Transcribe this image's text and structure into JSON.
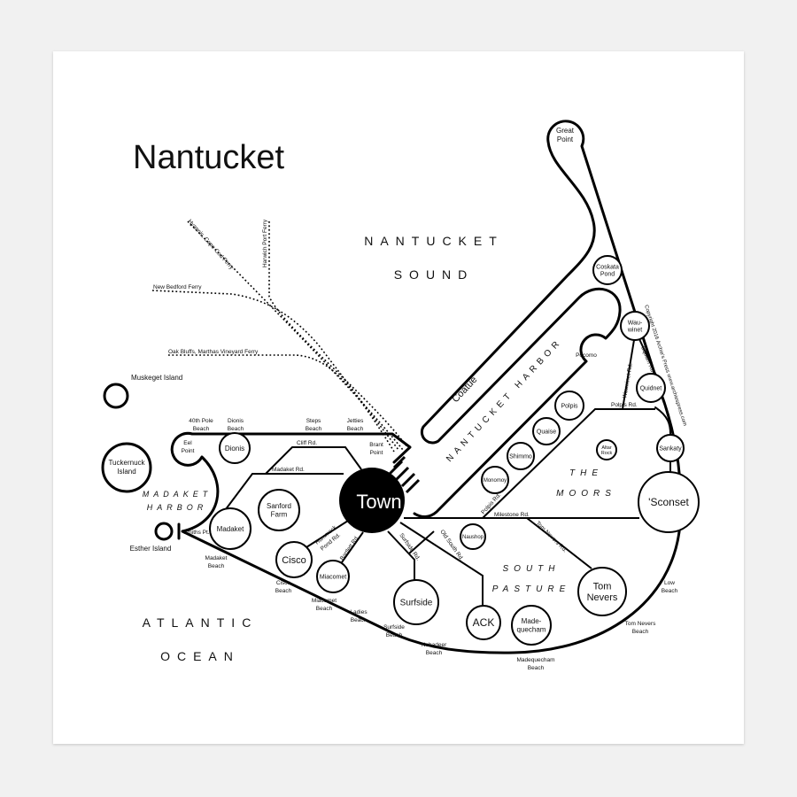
{
  "title": "Nantucket",
  "water": {
    "sound": [
      "NANTUCKET",
      "SOUND"
    ],
    "harbor": "NANTUCKET HARBOR",
    "madaket_harbor": [
      "MADAKET",
      "HARBOR"
    ],
    "atlantic": [
      "ATLANTIC",
      "OCEAN"
    ]
  },
  "regions": {
    "moors": [
      "THE",
      "MOORS"
    ],
    "south_pasture": [
      "SOUTH",
      "PASTURE"
    ],
    "coatue": "Coatue"
  },
  "places": {
    "town": "Town",
    "great_point": [
      "Great",
      "Point"
    ],
    "coskata": [
      "Coskata",
      "Pond"
    ],
    "wauwinet": [
      "Wau-",
      "winet"
    ],
    "pocomo": "Pocomo",
    "quidnet": "Quidnet",
    "polpis": "Polpis",
    "quaise": "Quaise",
    "shimmo": "Shimmo",
    "monomoy": "Monomoy",
    "altar_rock": [
      "Altar",
      "Rock"
    ],
    "sankaty": "Sankaty",
    "sconset": "'Sconset",
    "naushop": "Naushop",
    "tom_nevers": [
      "Tom",
      "Nevers"
    ],
    "madequecham": [
      "Made-",
      "quecham"
    ],
    "ack": "ACK",
    "surfside": "Surfside",
    "miacomet": "Miacomet",
    "cisco": "Cisco",
    "madaket": "Madaket",
    "sanford_farm": [
      "Sanford",
      "Farm"
    ],
    "dionis": "Dionis",
    "eel_point": [
      "Eel",
      "Point"
    ],
    "brant_point": [
      "Brant",
      "Point"
    ],
    "tuckernuck": [
      "Tuckernuck",
      "Island"
    ],
    "muskeget": "Muskeget Island",
    "esther": "Esther Island",
    "smiths_pt": "Smiths Pt."
  },
  "roads": {
    "cliff": "Cliff Rd.",
    "madaket": "Madaket Rd.",
    "hummock": [
      "Hummock",
      "Pond Rd."
    ],
    "bartlett": "Bartlett Rd.",
    "surfside": "Surfside Rd.",
    "old_south": "Old South Rd.",
    "polpis_lower": "Polpis Rd.",
    "milestone": "Milestone Rd.",
    "tom_nevers": "Tom Nevers Rd.",
    "wauwinet": "Wauwinet Rd.",
    "squam": "Squam Rd.",
    "polpis_upper": "Polpis Rd."
  },
  "beaches": {
    "forty_pole": [
      "40th Pole",
      "Beach"
    ],
    "dionis": [
      "Dionis",
      "Beach"
    ],
    "steps": [
      "Steps",
      "Beach"
    ],
    "jetties": [
      "Jetties",
      "Beach"
    ],
    "madaket": [
      "Madaket",
      "Beach"
    ],
    "cisco": [
      "Cisco",
      "Beach"
    ],
    "miacomet": [
      "Miacomet",
      "Beach"
    ],
    "ladies": [
      "Ladies",
      "Beach"
    ],
    "surfside": [
      "Surfside",
      "Beach"
    ],
    "nobadeer": [
      "Nobadeer",
      "Beach"
    ],
    "madequecham": [
      "Madequecham",
      "Beach"
    ],
    "tom_nevers": [
      "Tom Nevers",
      "Beach"
    ],
    "low": [
      "Low",
      "Beach"
    ]
  },
  "ferries": {
    "hyannis": "Hyannis, Cape Cod Ferry",
    "harwich": "Harwich Port Ferry",
    "new_bedford": "New Bedford Ferry",
    "oak_bluffs": "Oak Bluffs, Marthas Vineyard Ferry"
  },
  "copyright": "Copyright 2016 Archie's Press www.archiespress.com"
}
